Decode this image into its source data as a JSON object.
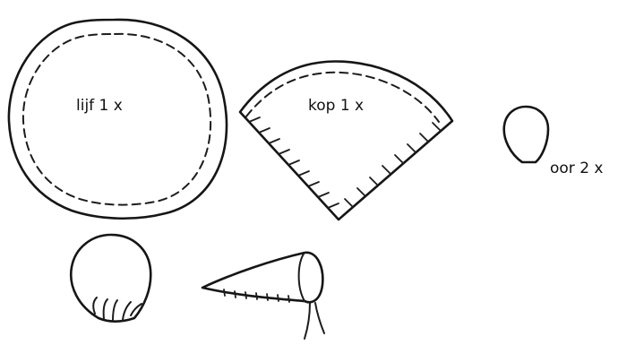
{
  "pattern_pieces": [
    {
      "id": "body",
      "label": "lijf 1 x",
      "shape": "circle",
      "seam": "dashed"
    },
    {
      "id": "head",
      "label": "kop 1 x",
      "shape": "quarter-circle",
      "seam": "dashed and hatched"
    },
    {
      "id": "ear",
      "label": "oor 2 x",
      "shape": "oval"
    }
  ],
  "illustrations": [
    {
      "id": "gathered-ball",
      "description_icon": "gathered-ball-sketch"
    },
    {
      "id": "cone-hat",
      "description_icon": "cone-hat-sketch"
    }
  ],
  "colors": {
    "ink": "#161616",
    "paper": "#ffffff"
  }
}
